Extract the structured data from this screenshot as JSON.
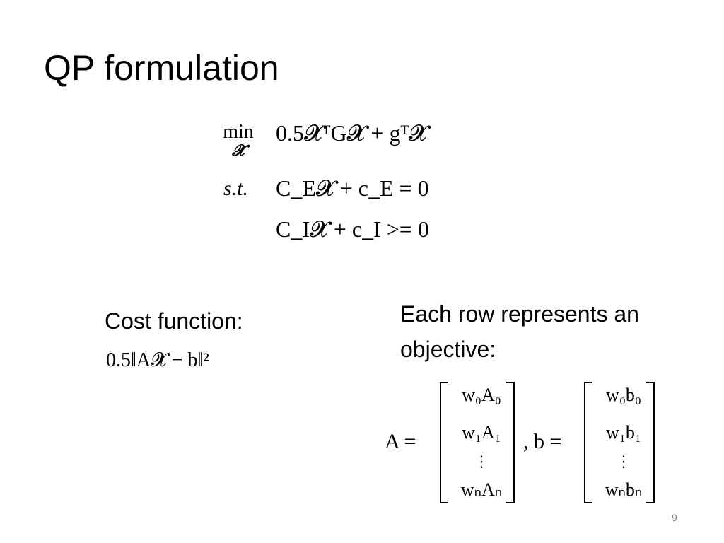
{
  "slide": {
    "title": "QP formulation",
    "page_number": "9"
  },
  "formulation": {
    "min_word": "min",
    "min_subscript": "𝓧",
    "objective": "0.5𝓧ᵀG𝓧 + gᵀ𝓧",
    "st_label": "s.t.",
    "equality_constraint": "C_E𝓧 + c_E = 0",
    "inequality_constraint": "C_I𝓧 + c_I >= 0"
  },
  "cost": {
    "label": "Cost function:",
    "formula": "0.5‖A𝓧 − b‖²"
  },
  "rows": {
    "label_line1": "Each row represents an",
    "label_line2": "objective:",
    "A_lhs": "A =",
    "A_entries": [
      "w₀A₀",
      "w₁A₁",
      "⋮",
      "wₙAₙ"
    ],
    "b_lhs": ", b =",
    "b_entries": [
      "w₀b₀",
      "w₁b₁",
      "⋮",
      "wₙbₙ"
    ]
  }
}
